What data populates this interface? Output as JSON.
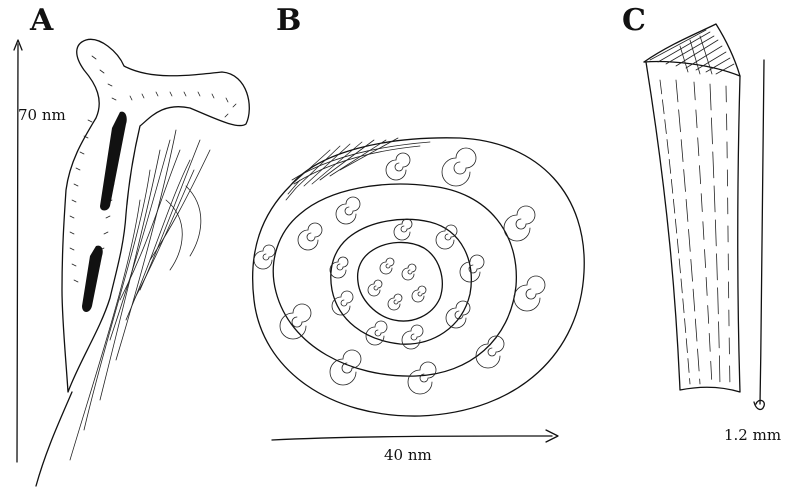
{
  "panels": [
    {
      "letter": "A",
      "scale_label": "70 nm"
    },
    {
      "letter": "B",
      "scale_label": "40 nm"
    },
    {
      "letter": "C",
      "scale_label": "1.2 mm"
    }
  ],
  "colors": {
    "ink": "#111111",
    "background": "#ffffff"
  }
}
